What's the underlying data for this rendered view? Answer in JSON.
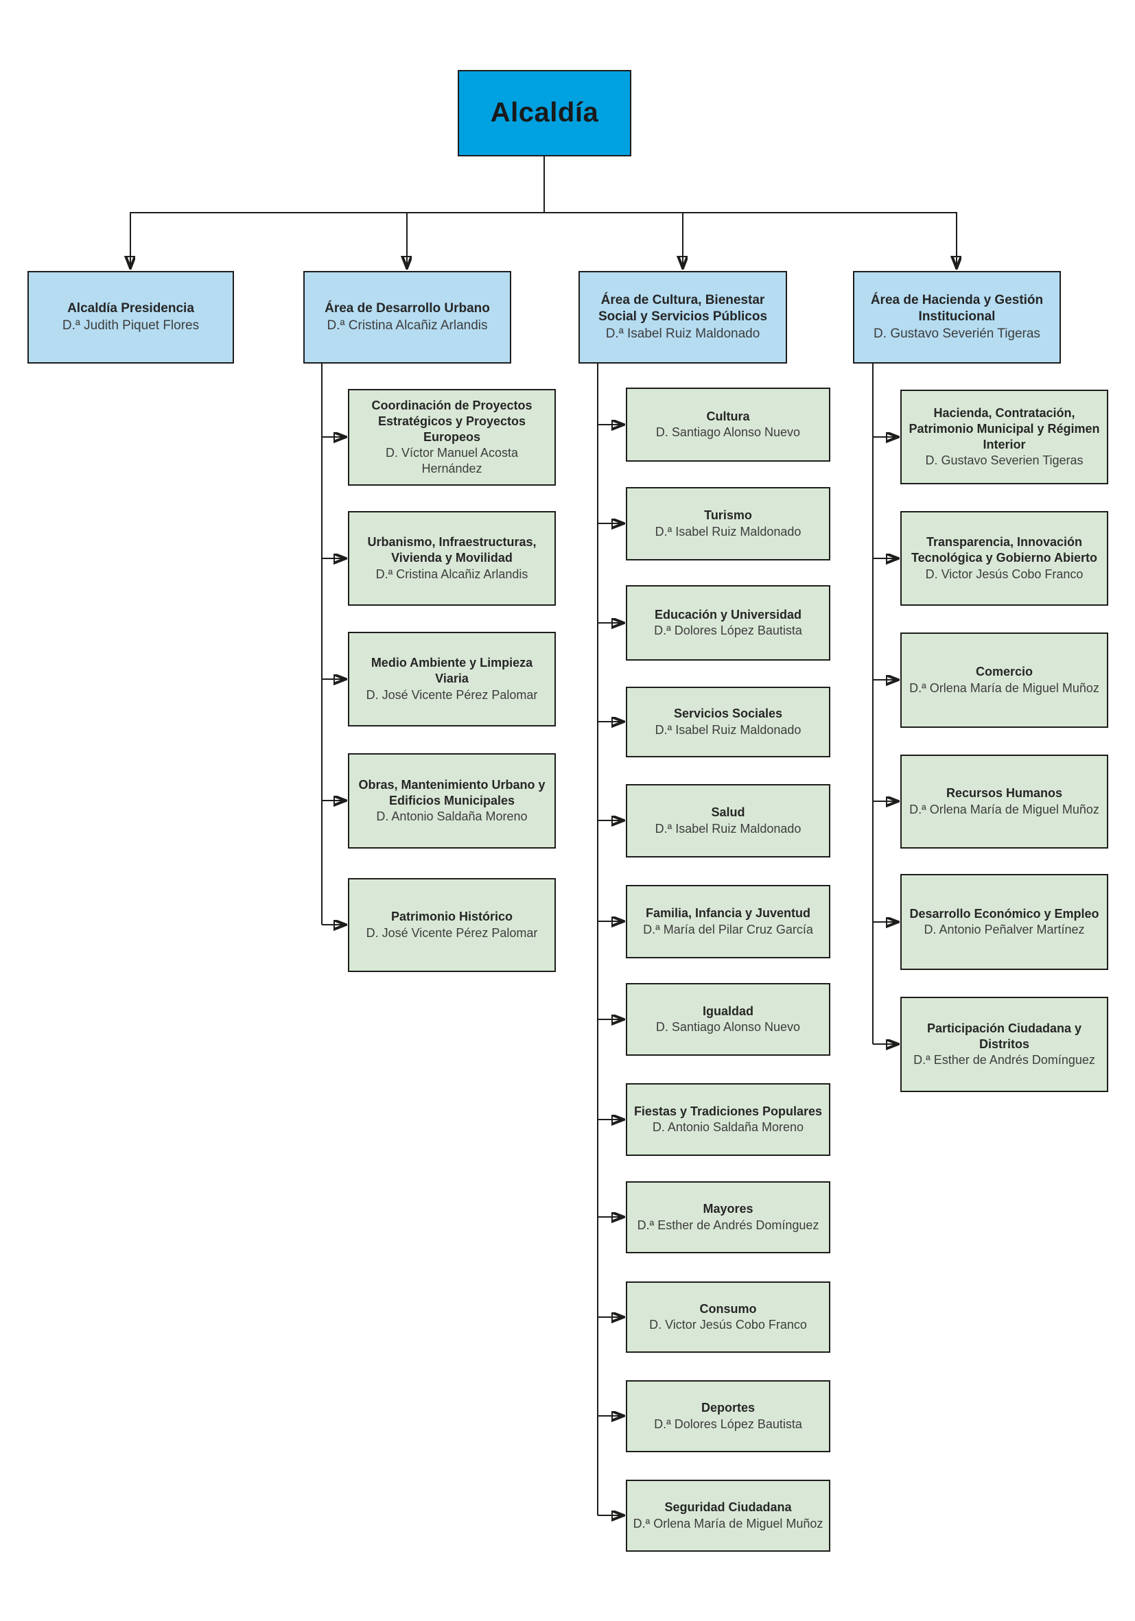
{
  "org": {
    "root": {
      "title": "Alcaldía"
    },
    "areas": [
      {
        "title": "Alcaldía Presidencia",
        "person": "D.ª Judith Piquet Flores",
        "children": []
      },
      {
        "title": "Área de Desarrollo Urbano",
        "person": "D.ª Cristina Alcañiz Arlandis",
        "children": [
          {
            "title": "Coordinación de Proyectos Estratégicos y Proyectos Europeos",
            "person": "D. Víctor Manuel Acosta Hernández"
          },
          {
            "title": "Urbanismo, Infraestructuras, Vivienda y Movilidad",
            "person": "D.ª Cristina Alcañiz Arlandis"
          },
          {
            "title": "Medio Ambiente y Limpieza Viaria",
            "person": "D. José Vicente Pérez Palomar"
          },
          {
            "title": "Obras, Mantenimiento Urbano y Edificios Municipales",
            "person": "D. Antonio Saldaña Moreno"
          },
          {
            "title": "Patrimonio Histórico",
            "person": "D. José Vicente Pérez Palomar"
          }
        ]
      },
      {
        "title": "Área de Cultura, Bienestar Social y Servicios Públicos",
        "person": "D.ª Isabel Ruiz Maldonado",
        "children": [
          {
            "title": "Cultura",
            "person": "D. Santiago Alonso Nuevo"
          },
          {
            "title": "Turismo",
            "person": "D.ª Isabel Ruiz Maldonado"
          },
          {
            "title": "Educación y Universidad",
            "person": "D.ª Dolores López Bautista"
          },
          {
            "title": "Servicios Sociales",
            "person": "D.ª Isabel Ruiz Maldonado"
          },
          {
            "title": "Salud",
            "person": "D.ª Isabel Ruiz Maldonado"
          },
          {
            "title": "Familia, Infancia y Juventud",
            "person": "D.ª María del Pilar Cruz García"
          },
          {
            "title": "Igualdad",
            "person": "D. Santiago Alonso Nuevo"
          },
          {
            "title": "Fiestas y Tradiciones Populares",
            "person": "D. Antonio Saldaña Moreno"
          },
          {
            "title": "Mayores",
            "person": "D.ª Esther de Andrés Domínguez"
          },
          {
            "title": "Consumo",
            "person": "D. Victor Jesús Cobo Franco"
          },
          {
            "title": "Deportes",
            "person": "D.ª Dolores López Bautista"
          },
          {
            "title": "Seguridad Ciudadana",
            "person": "D.ª Orlena María de Miguel Muñoz"
          }
        ]
      },
      {
        "title": "Área de Hacienda y Gestión Institucional",
        "person": "D. Gustavo Severién Tigeras",
        "children": [
          {
            "title": "Hacienda, Contratación, Patrimonio Municipal y Régimen Interior",
            "person": "D. Gustavo Severien Tigeras"
          },
          {
            "title": "Transparencia, Innovación Tecnológica y Gobierno Abierto",
            "person": "D. Victor Jesús Cobo Franco"
          },
          {
            "title": "Comercio",
            "person": "D.ª Orlena María de Miguel Muñoz"
          },
          {
            "title": "Recursos Humanos",
            "person": "D.ª Orlena María de Miguel Muñoz"
          },
          {
            "title": "Desarrollo Económico y Empleo",
            "person": "D. Antonio Peñalver Martínez"
          },
          {
            "title": "Participación Ciudadana y Distritos",
            "person": "D.ª Esther de Andrés Domínguez"
          }
        ]
      }
    ]
  },
  "colors": {
    "root_fill": "#00a1e1",
    "area_fill": "#b5dcf1",
    "child_fill": "#d9e8d6",
    "line": "#1d1d1b"
  }
}
